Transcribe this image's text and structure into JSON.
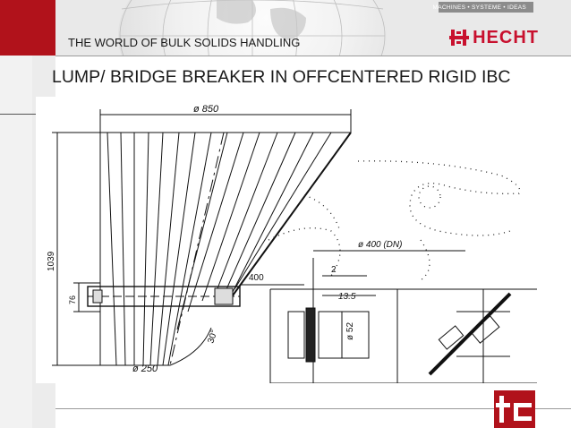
{
  "header": {
    "tagline": "MACHINES • SYSTEME • IDEAS",
    "section_title": "THE WORLD OF BULK SOLIDS HANDLING",
    "brand": "HECHT"
  },
  "slide": {
    "title": "LUMP/ BRIDGE BREAKER IN OFFCENTERED RIGID IBC"
  },
  "drawing": {
    "dim_top_diameter": "ø 850",
    "dim_height": "1039",
    "dim_shaft_height": "76",
    "dim_angle": "30°",
    "dim_bottom_diameter": "ø 250",
    "dim_400": "400",
    "dim_dn": "ø 400 (DN)",
    "dim_2": "2",
    "dim_13_5": "13.5",
    "dim_52": "ø 52"
  },
  "colors": {
    "brand_red": "#b1121b",
    "hecht_red": "#c8102e"
  }
}
